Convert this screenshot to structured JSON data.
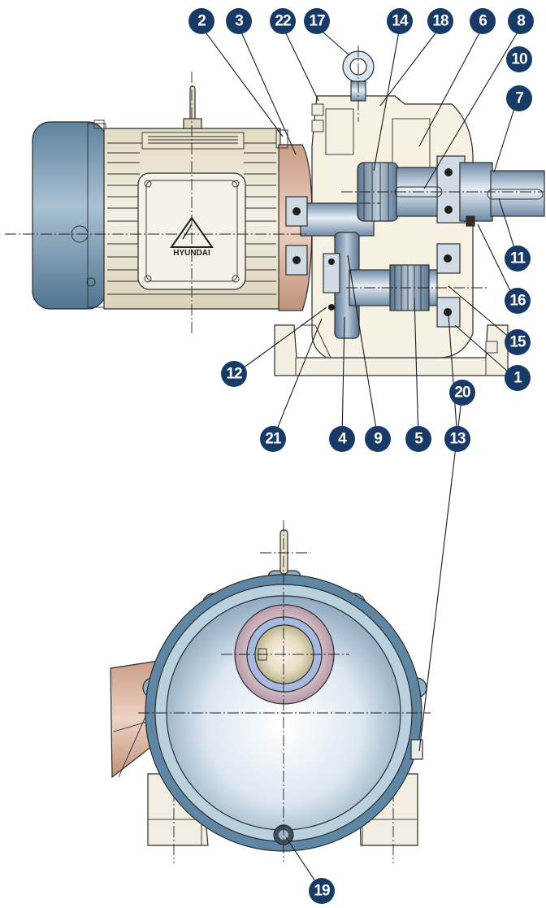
{
  "brand": {
    "logo_text": "HYUNDAI"
  },
  "colors": {
    "motor_body": "#ece6d2",
    "fan_cover": "#6f92ab",
    "gear_housing": "#f6f1e3",
    "gear_metal": "#8fa6bc",
    "flange": "#d9b39e",
    "callout_badge": "#173a66"
  },
  "callouts": {
    "c1": "1",
    "c2": "2",
    "c3": "3",
    "c4": "4",
    "c5": "5",
    "c6": "6",
    "c7": "7",
    "c8": "8",
    "c9": "9",
    "c10": "10",
    "c11": "11",
    "c12": "12",
    "c13": "13",
    "c14": "14",
    "c15": "15",
    "c16": "16",
    "c17": "17",
    "c18": "18",
    "c19": "19",
    "c20": "20",
    "c21": "21",
    "c22": "22"
  }
}
